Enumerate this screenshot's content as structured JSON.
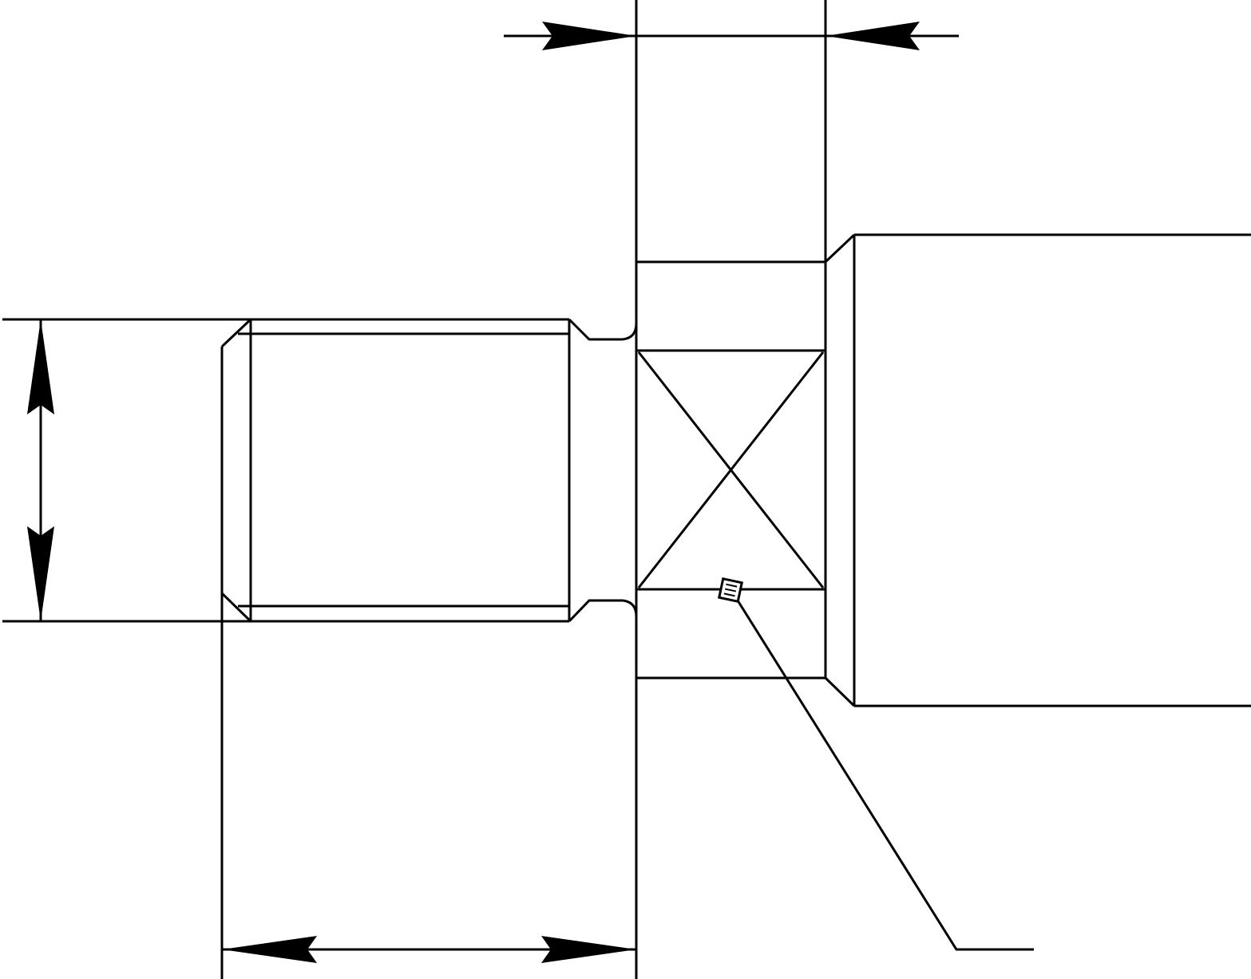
{
  "drawing": {
    "kind": "mechanical-part-drawing",
    "view": "side-elevation",
    "features": [
      "threaded-stud",
      "thread-relief-groove",
      "square-drive-flats",
      "round-shank"
    ],
    "dimension_lines": [
      {
        "id": "width-across-flats",
        "orientation": "horizontal",
        "arrow_style": "outside"
      },
      {
        "id": "thread-diameter",
        "orientation": "vertical",
        "arrow_style": "inside"
      },
      {
        "id": "thread-length",
        "orientation": "horizontal",
        "arrow_style": "inside"
      }
    ],
    "leader_line": {
      "target": "square-drive-flats",
      "label": ""
    },
    "colors": {
      "stroke": "#000000",
      "background": "#ffffff"
    }
  }
}
